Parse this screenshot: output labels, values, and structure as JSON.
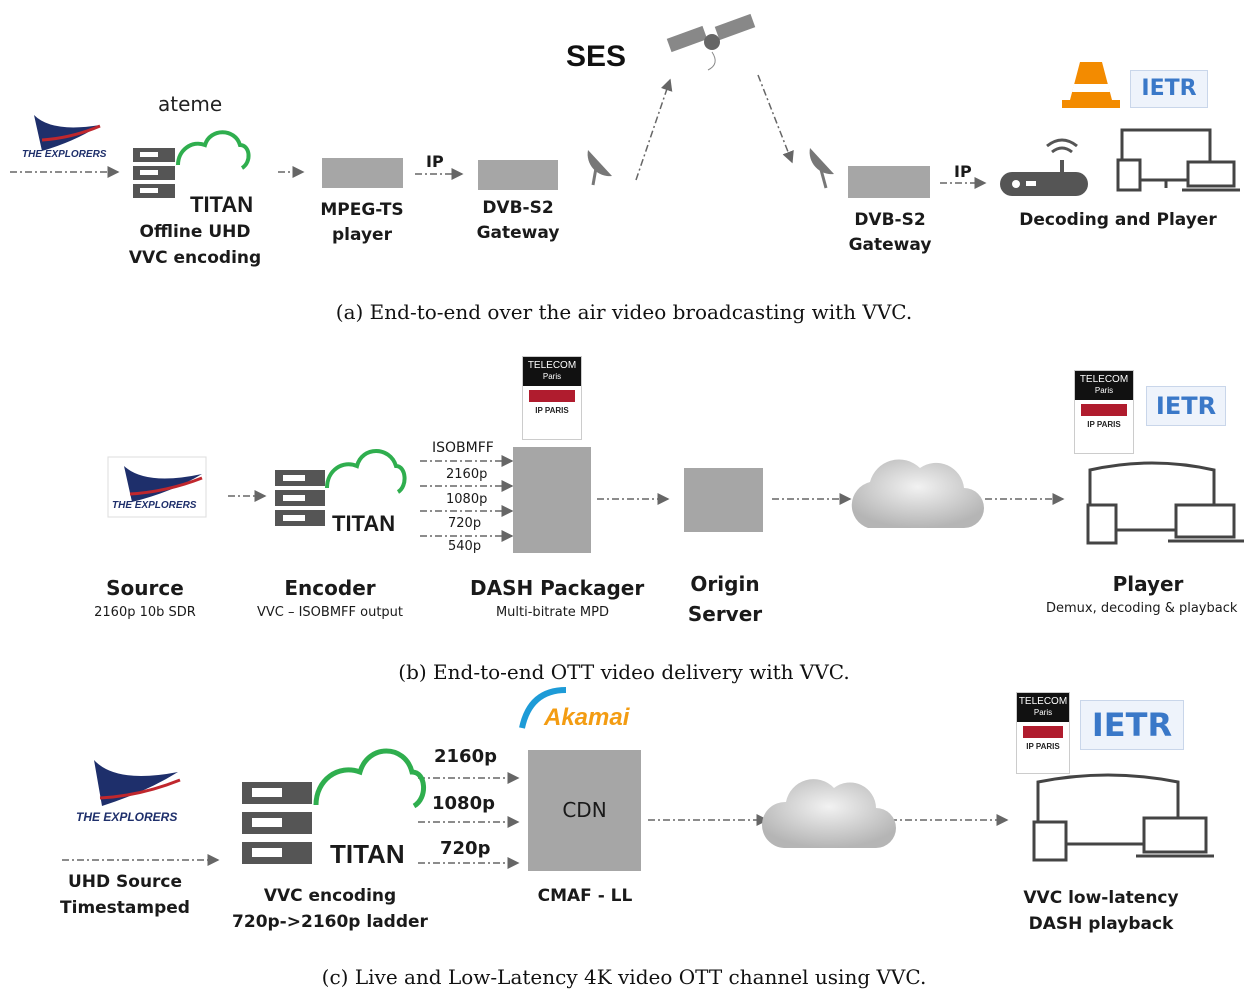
{
  "panel_a": {
    "ateme_logo": "ateme",
    "explorers_logo": "THE EXPLORERS",
    "titan_logo": "TITAN",
    "encoder_label_1": "Offline UHD",
    "encoder_label_2": "VVC encoding",
    "mpegts_label_1": "MPEG-TS",
    "mpegts_label_2": "player",
    "ip_label_1": "IP",
    "gateway_tx_label_1": "DVB-S2",
    "gateway_tx_label_2": "Gateway",
    "ses_logo": "SES",
    "gateway_rx_label_1": "DVB-S2",
    "gateway_rx_label_2": "Gateway",
    "ip_label_2": "IP",
    "decoding_label": "Decoding and Player",
    "ietr_logo": "IETR",
    "caption": "(a) End-to-end over the air video broadcasting with VVC."
  },
  "panel_b": {
    "explorers_logo": "THE EXPLORERS",
    "titan_logo": "TITAN",
    "telecom_logo_1": "TELECOM",
    "telecom_logo_2": "Paris",
    "ip_paris": "IP PARIS",
    "isobmff": "ISOBMFF",
    "res_2160": "2160p",
    "res_1080": "1080p",
    "res_720": "720p",
    "res_540": "540p",
    "source_title": "Source",
    "source_sub": "2160p 10b SDR",
    "encoder_title": "Encoder",
    "encoder_sub": "VVC – ISOBMFF output",
    "packager_title": "DASH Packager",
    "packager_sub": "Multi-bitrate MPD",
    "origin_title_1": "Origin",
    "origin_title_2": "Server",
    "player_title": "Player",
    "player_sub": "Demux, decoding & playback",
    "ietr_logo": "IETR",
    "caption": "(b) End-to-end OTT video delivery with VVC."
  },
  "panel_c": {
    "akamai_logo": "Akamai",
    "explorers_logo": "THE EXPLORERS",
    "titan_logo": "TITAN",
    "res_2160": "2160p",
    "res_1080": "1080p",
    "res_720": "720p",
    "cdn_label": "CDN",
    "cmaf_label": "CMAF - LL",
    "source_label_1": "UHD Source",
    "source_label_2": "Timestamped",
    "encoding_label_1": "VVC encoding",
    "encoding_label_2": "720p->2160p ladder",
    "playback_label_1": "VVC low-latency",
    "playback_label_2": "DASH playback",
    "telecom_logo_1": "TELECOM",
    "telecom_logo_2": "Paris",
    "ip_paris": "IP PARIS",
    "ietr_logo": "IETR",
    "caption": "(c) Live and Low-Latency 4K video OTT channel using VVC."
  },
  "colors": {
    "box_gray": "#a6a6a6",
    "titan_green": "#2fae4e",
    "ietr_blue": "#3a78c8",
    "explorers_navy": "#1e2f6b",
    "akamai_orange": "#f39c12"
  }
}
